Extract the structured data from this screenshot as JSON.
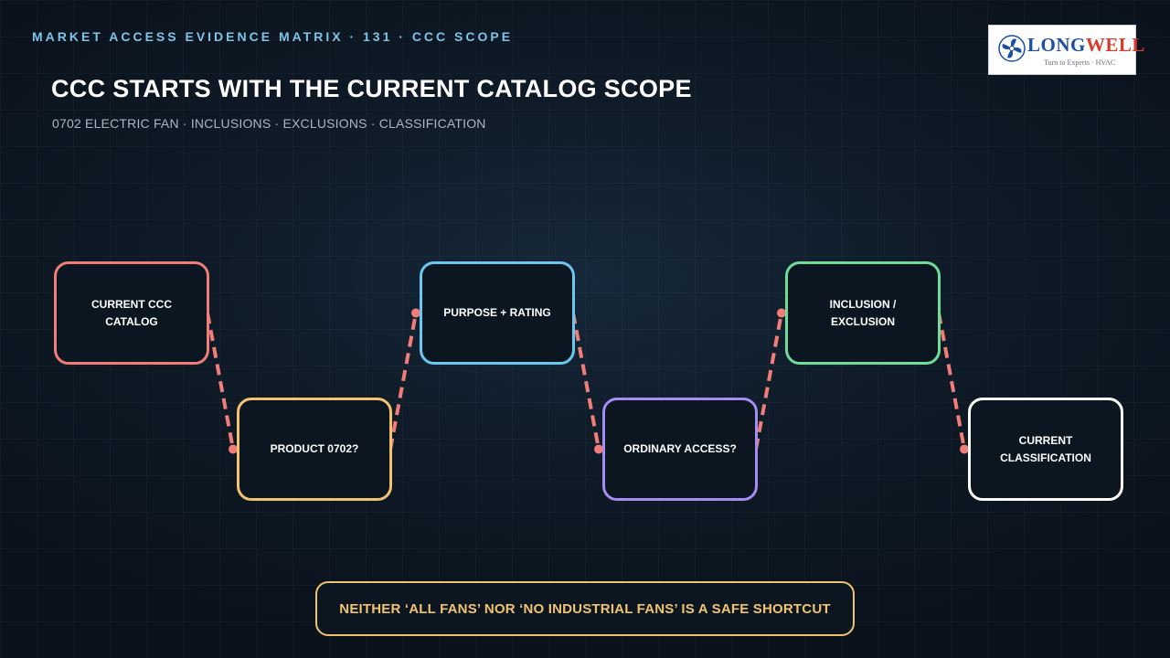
{
  "header": {
    "kicker": "MARKET ACCESS EVIDENCE MATRIX · 131 · CCC SCOPE",
    "title": "CCC STARTS WITH THE CURRENT CATALOG SCOPE",
    "subtitle": "0702 ELECTRIC FAN · INCLUSIONS · EXCLUSIONS · CLASSIFICATION"
  },
  "logo": {
    "icon": "fan-icon",
    "brand_long": "LONG",
    "brand_well": "WELL",
    "tagline": "Turn to Experts · HVAC",
    "colors": {
      "long": "#1b4fa0",
      "well": "#d63b2f"
    }
  },
  "diagram": {
    "connector_color": "#f07d78",
    "nodes": [
      {
        "label": "CURRENT CCC CATALOG",
        "color": "#f07d78"
      },
      {
        "label": "PRODUCT 0702?",
        "color": "#f2c36e"
      },
      {
        "label": "PURPOSE + RATING",
        "color": "#6ac7ef"
      },
      {
        "label": "ORDINARY ACCESS?",
        "color": "#a58cf0"
      },
      {
        "label": "INCLUSION / EXCLUSION",
        "color": "#6fdc97"
      },
      {
        "label": "CURRENT CLASSIFICATION",
        "color": "#ffffff"
      }
    ]
  },
  "callout": {
    "text": "NEITHER ‘ALL FANS’ NOR ‘NO INDUSTRIAL FANS’ IS A SAFE SHORTCUT",
    "color": "#f2c36e"
  }
}
